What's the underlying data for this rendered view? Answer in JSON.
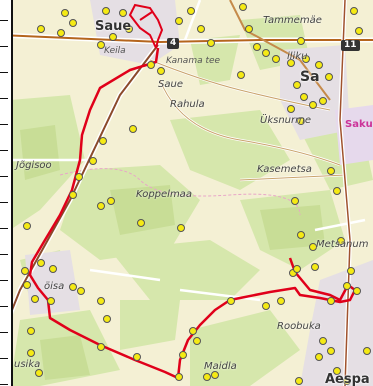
{
  "places": {
    "saue_town": "Saue",
    "tammemae": "Tammemäe",
    "saue_label": "Saue",
    "rahula": "Rahula",
    "laagri_partial": "Sa",
    "kasemetsa": "Kasemetsa",
    "jogisoo": "Jõgisoo",
    "koppelmaa": "Koppelmaa",
    "metsanurme": "Metsanum",
    "uksnurme": "Üksnurme",
    "roobuka": "Roobuka",
    "maidla": "Maidla",
    "aespa": "Aespa",
    "vaida_partial": "usika",
    "laagri_top": "iliku",
    "loisa_partial": "öisa",
    "saku_pink": "Saku",
    "keila_road": "Keila",
    "kanama_road": "Kanama tee"
  },
  "road_shields": {
    "route_4": "4",
    "route_11": "11"
  },
  "colors": {
    "route": "#e0001a",
    "poi": "#f5ea14",
    "forest": "#d4e6a8",
    "field": "#f4f0d4",
    "urban": "#ddd5e8",
    "road_main": "#a0522d"
  }
}
